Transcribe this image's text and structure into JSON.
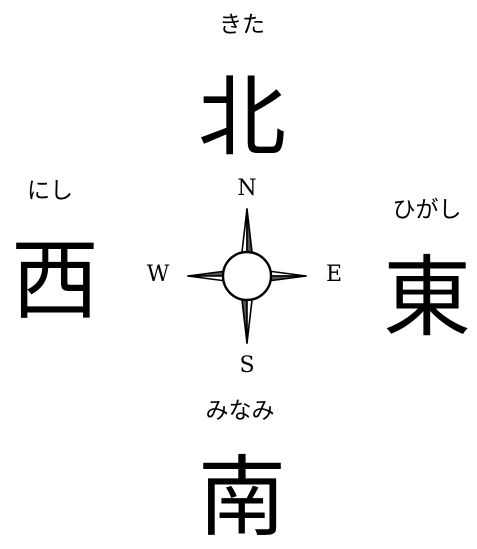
{
  "north": {
    "reading": "きた",
    "kanji": "北",
    "letter": "N"
  },
  "east": {
    "reading": "ひがし",
    "kanji": "東",
    "letter": "E"
  },
  "south": {
    "reading": "みなみ",
    "kanji": "南",
    "letter": "S"
  },
  "west": {
    "reading": "にし",
    "kanji": "西",
    "letter": "W"
  }
}
